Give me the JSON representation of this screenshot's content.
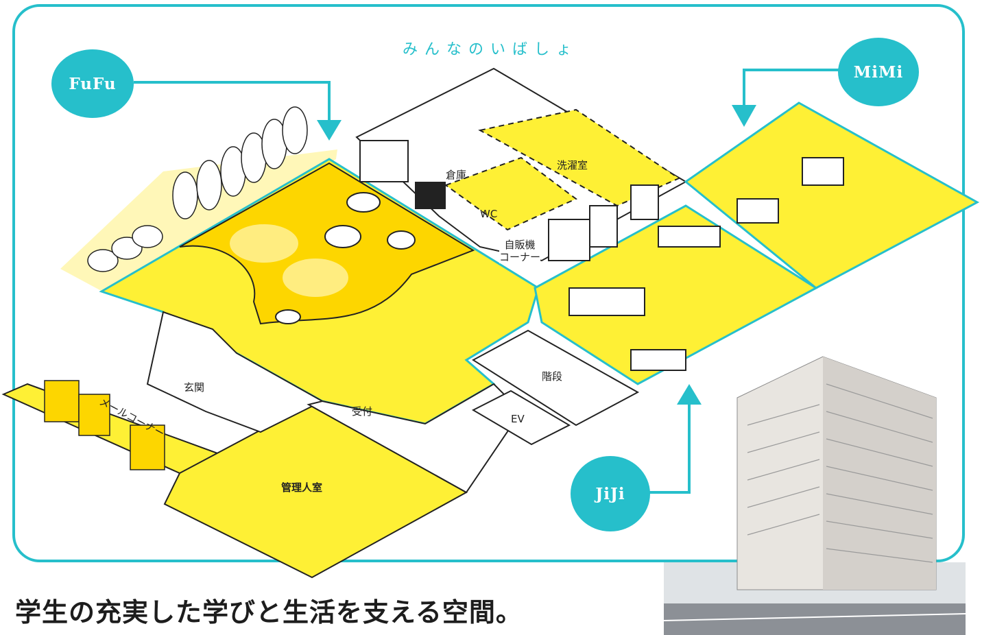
{
  "header": {
    "subtitle": "みんなのいばしょ"
  },
  "badges": {
    "fufu": "FuFu",
    "mimi": "MiMi",
    "jiji": "JiJi"
  },
  "rooms": {
    "storage": "倉庫",
    "wc": "WC",
    "laundry": "洗濯室",
    "vending": "自販機\nコーナー",
    "entrance": "玄関",
    "mail": "メールコーナー",
    "reception": "受付",
    "stairs": "階段",
    "ev": "EV",
    "manager": "管理人室"
  },
  "slogan": "学生の充実した学びと生活を支える空間。",
  "colors": {
    "accent": "#26bfcb",
    "yellow": "#fef035",
    "deep_yellow": "#fdd600",
    "line": "#222222"
  }
}
